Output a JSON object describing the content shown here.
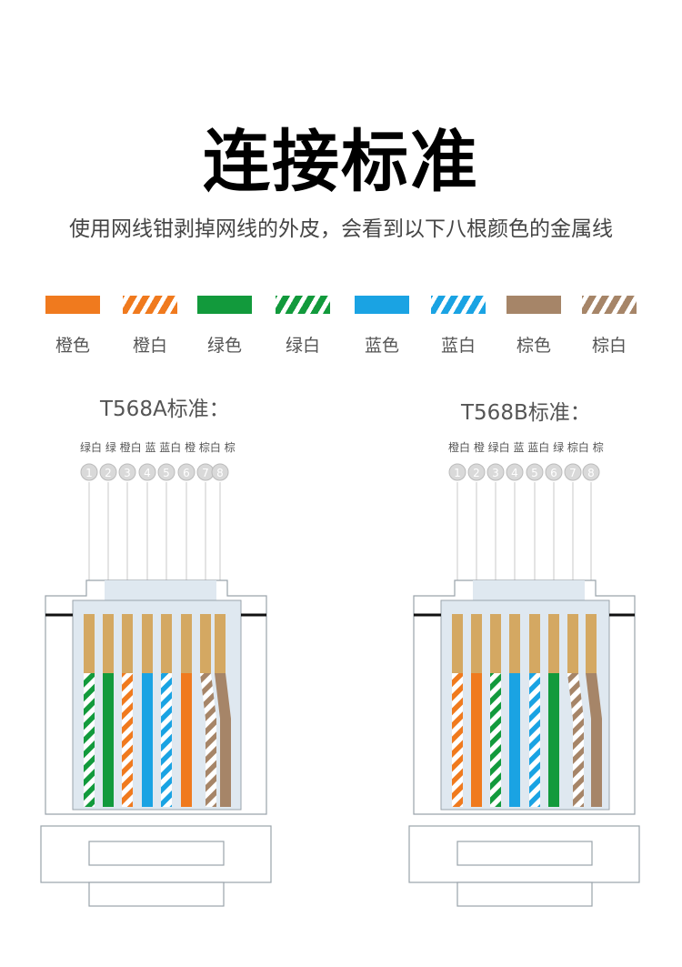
{
  "title": "连接标准",
  "subtitle": "使用网线钳剥掉网线的外皮，会看到以下八根颜色的金属线",
  "colors": {
    "orange": "#f07a1e",
    "green": "#129a3c",
    "blue": "#1aa3e3",
    "brown": "#a68568",
    "gold": "#d4a862",
    "plug_fill": "#dfe8f0",
    "plug_stroke": "#9aa3ab"
  },
  "legend": [
    {
      "label": "橙色",
      "color": "orange",
      "striped": false
    },
    {
      "label": "橙白",
      "color": "orange",
      "striped": true
    },
    {
      "label": "绿色",
      "color": "green",
      "striped": false
    },
    {
      "label": "绿白",
      "color": "green",
      "striped": true
    },
    {
      "label": "蓝色",
      "color": "blue",
      "striped": false
    },
    {
      "label": "蓝白",
      "color": "blue",
      "striped": true
    },
    {
      "label": "棕色",
      "color": "brown",
      "striped": false
    },
    {
      "label": "棕白",
      "color": "brown",
      "striped": true
    }
  ],
  "standards": [
    {
      "title": "T568A标准：",
      "labels": "绿白 绿 橙白 蓝 蓝白 橙 棕白 棕",
      "pins": [
        "1",
        "2",
        "3",
        "4",
        "5",
        "6",
        "7",
        "8"
      ],
      "wires": [
        {
          "color": "green",
          "striped": true
        },
        {
          "color": "green",
          "striped": false
        },
        {
          "color": "orange",
          "striped": true
        },
        {
          "color": "blue",
          "striped": false
        },
        {
          "color": "blue",
          "striped": true
        },
        {
          "color": "orange",
          "striped": false
        },
        {
          "color": "brown",
          "striped": true
        },
        {
          "color": "brown",
          "striped": false
        }
      ]
    },
    {
      "title": "T568B标准：",
      "labels": "橙白 橙 绿白 蓝 蓝白 绿 棕白 棕",
      "pins": [
        "1",
        "2",
        "3",
        "4",
        "5",
        "6",
        "7",
        "8"
      ],
      "wires": [
        {
          "color": "orange",
          "striped": true
        },
        {
          "color": "orange",
          "striped": false
        },
        {
          "color": "green",
          "striped": true
        },
        {
          "color": "blue",
          "striped": false
        },
        {
          "color": "blue",
          "striped": true
        },
        {
          "color": "green",
          "striped": false
        },
        {
          "color": "brown",
          "striped": true
        },
        {
          "color": "brown",
          "striped": false
        }
      ]
    }
  ]
}
